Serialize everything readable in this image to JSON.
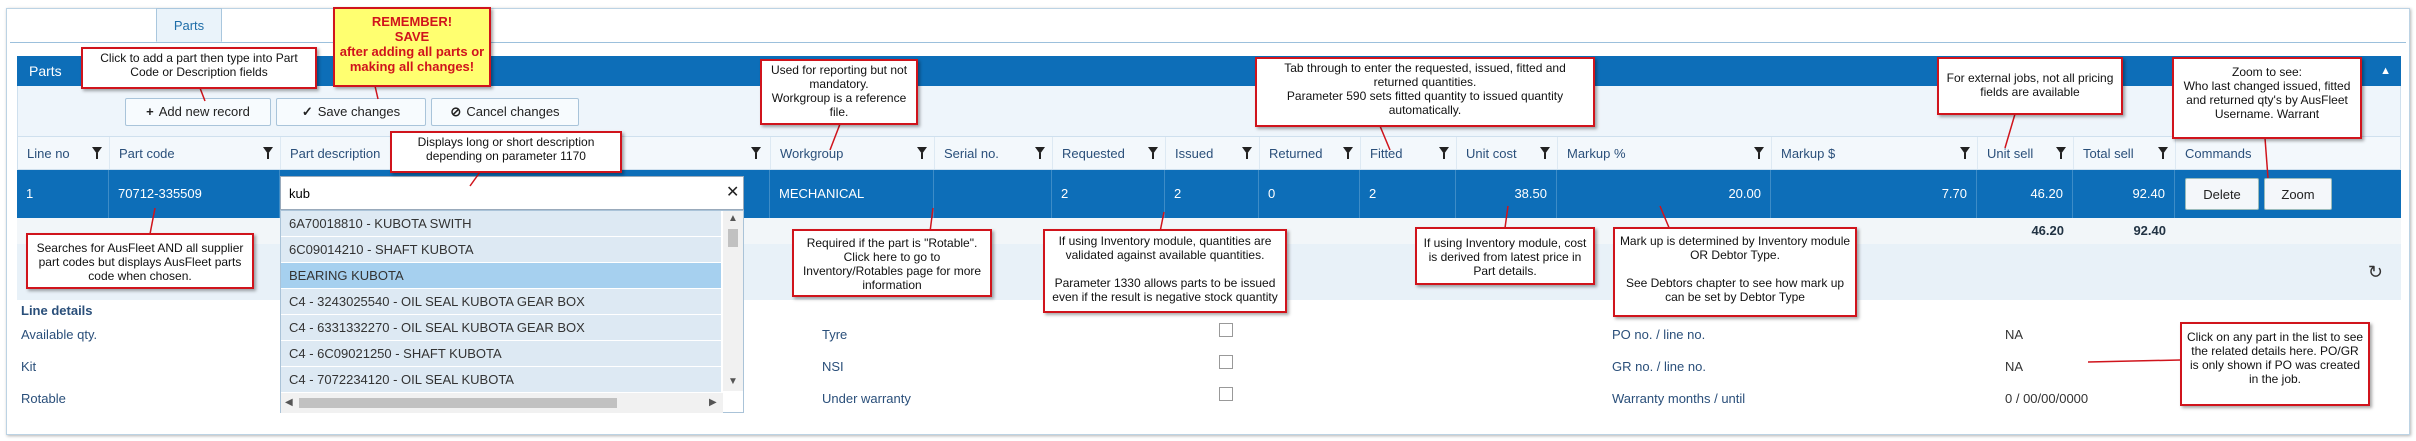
{
  "tabs": {
    "parts": "Parts"
  },
  "panel": {
    "title": "Parts"
  },
  "toolbar": {
    "add_label": "Add new record",
    "save_label": "Save changes",
    "cancel_label": "Cancel changes"
  },
  "columns": {
    "line_no": "Line no",
    "part_code": "Part code",
    "part_description": "Part description",
    "workgroup": "Workgroup",
    "serial_no": "Serial no.",
    "requested": "Requested",
    "issued": "Issued",
    "returned": "Returned",
    "fitted": "Fitted",
    "unit_cost": "Unit cost",
    "markup_pct": "Markup %",
    "markup_amt": "Markup $",
    "unit_sell": "Unit sell",
    "total_sell": "Total sell",
    "commands": "Commands"
  },
  "row": {
    "line_no": "1",
    "part_code": "70712-335509",
    "part_search_value": "kub",
    "workgroup": "MECHANICAL",
    "requested": "2",
    "issued": "2",
    "returned": "0",
    "fitted": "2",
    "unit_cost": "38.50",
    "markup_pct": "20.00",
    "markup_amt": "7.70",
    "unit_sell": "46.20",
    "total_sell": "92.40",
    "delete_label": "Delete",
    "zoom_label": "Zoom"
  },
  "totals": {
    "unit_sell": "46.20",
    "total_sell": "92.40"
  },
  "dropdown_items": [
    "6A70018810 - KUBOTA SWITH",
    "6C09014210 - SHAFT KUBOTA",
    "BEARING KUBOTA",
    "C4 - 3243025540 - OIL SEAL KUBOTA GEAR BOX",
    "C4 - 6331332270 - OIL SEAL KUBOTA GEAR BOX",
    "C4 - 6C09021250 - SHAFT KUBOTA",
    "C4 - 7072234120 - OIL SEAL KUBOTA"
  ],
  "dropdown_selected_index": 2,
  "line_details": {
    "title": "Line details",
    "labels_left": [
      "Available qty.",
      "Kit",
      "Rotable"
    ],
    "labels_mid": [
      "Tyre",
      "NSI",
      "Under warranty"
    ],
    "labels_right": [
      "PO no. / line no.",
      "GR no. / line no.",
      "Warranty months / until"
    ],
    "values_right": [
      "NA",
      "NA",
      "0 / 00/00/0000"
    ]
  },
  "callouts": {
    "add_part": "Click to add a part then type into Part Code or Description fields",
    "remember_title": "REMEMBER!",
    "remember_save": "SAVE",
    "remember_body": "after adding all parts or making all changes!",
    "description": "Displays long or short description depending on parameter 1170",
    "workgroup": "Used for reporting but not mandatory.\nWorkgroup is a reference file.",
    "quantities": "Tab through to enter the requested, issued, fitted and returned quantities.\nParameter 590 sets fitted quantity to issued quantity automatically.",
    "pricing": "For external jobs, not all pricing fields are available",
    "zoom": "Zoom to see:\nWho last changed issued, fitted and returned qty's by AusFleet Username. Warrant",
    "searches": "Searches for AusFleet AND all supplier part codes but displays AusFleet parts code when chosen.",
    "rotable": "Required if the part is \"Rotable\". Click here to go to Inventory/Rotables page for more information",
    "inventory_qty": "If using Inventory module, quantities are validated against available quantities.\n\nParameter 1330 allows parts to be issued even if the result is negative stock quantity",
    "cost": "If using Inventory module, cost is derived from latest price in Part details.",
    "markup": "Mark up is determined by Inventory module OR Debtor Type.\n\nSee Debtors chapter to see how mark up can be set by Debtor Type",
    "details": "Click on any part in the list to see the related details here. PO/GR is only shown if PO was created in the job."
  }
}
